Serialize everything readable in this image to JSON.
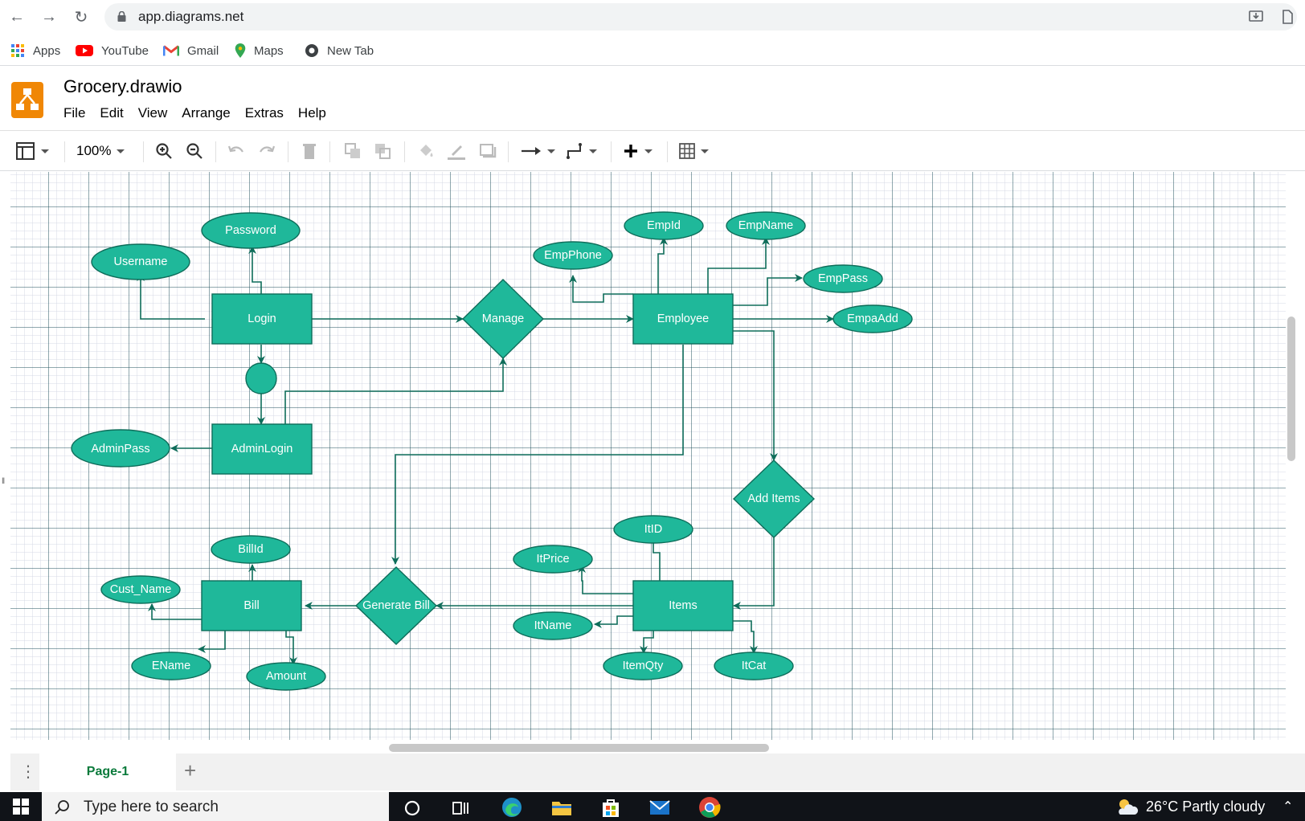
{
  "browser": {
    "url": "app.diagrams.net",
    "bookmarks": [
      {
        "label": "Apps",
        "icon": "apps-grid-icon"
      },
      {
        "label": "YouTube",
        "icon": "youtube-icon"
      },
      {
        "label": "Gmail",
        "icon": "gmail-icon"
      },
      {
        "label": "Maps",
        "icon": "maps-pin-icon"
      },
      {
        "label": "New Tab",
        "icon": "new-tab-icon"
      }
    ]
  },
  "app": {
    "title": "Grocery.drawio",
    "menus": [
      "File",
      "Edit",
      "View",
      "Arrange",
      "Extras",
      "Help"
    ],
    "zoom": "100%"
  },
  "diagram": {
    "nodes": {
      "password": "Password",
      "username": "Username",
      "login": "Login",
      "manage": "Manage",
      "employee": "Employee",
      "empid": "EmpId",
      "empname": "EmpName",
      "empphone": "EmpPhone",
      "emppass": "EmpPass",
      "empaadd": "EmpaAdd",
      "adminpass": "AdminPass",
      "adminlogin": "AdminLogin",
      "additems": "Add Items",
      "itid": "ItID",
      "itprice": "ItPrice",
      "billid": "BillId",
      "cust_name": "Cust_Name",
      "bill": "Bill",
      "generatebill": "Generate Bill",
      "items": "Items",
      "itname": "ItName",
      "ename": "EName",
      "amount": "Amount",
      "itemqty": "ItemQty",
      "itcat": "ItCat"
    },
    "fill_color": "#1fb89a",
    "stroke_color": "#0e6d5a"
  },
  "pages": {
    "active": "Page-1"
  },
  "taskbar": {
    "search_placeholder": "Type here to search",
    "weather": "26°C  Partly cloudy"
  }
}
